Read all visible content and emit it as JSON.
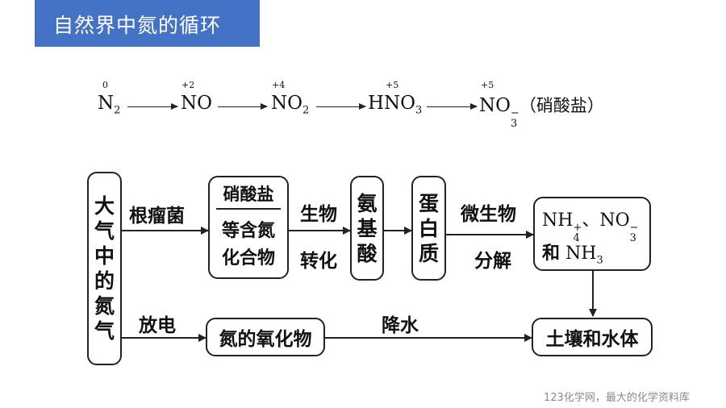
{
  "title": "自然界中氮的循环",
  "chain": [
    {
      "formula": "N",
      "sub": "2",
      "sup": "",
      "state": "0"
    },
    {
      "formula": "NO",
      "sub": "",
      "sup": "",
      "state": "+2"
    },
    {
      "formula": "NO",
      "sub": "2",
      "sup": "",
      "state": "+4"
    },
    {
      "formula": "HNO",
      "sub": "3",
      "sup": "",
      "state": "+5"
    },
    {
      "formula": "NO",
      "sub": "3",
      "sup": "−",
      "state": "+5",
      "note": "（硝酸盐）"
    }
  ],
  "diagram": {
    "atmosphere": [
      "大",
      "气",
      "中",
      "的",
      "氮",
      "气"
    ],
    "root_label": "根瘤菌",
    "nitrate_title": "硝酸盐",
    "nitrate_sub_1": "等含氮",
    "nitrate_sub_2": "化合物",
    "bio_label_1": "生物",
    "bio_label_2": "转化",
    "amino": [
      "氨",
      "基",
      "酸"
    ],
    "protein": [
      "蛋",
      "白",
      "质"
    ],
    "micro_label_1": "微生物",
    "micro_label_2": "分解",
    "products": {
      "nh4": "NH",
      "nh4_sub": "4",
      "nh4_sup": "+",
      "sep": "、",
      "no3": "NO",
      "no3_sub": "3",
      "no3_sup": "−",
      "and": "和",
      "nh3": "NH",
      "nh3_sub": "3"
    },
    "discharge_label": "放电",
    "oxides": "氮的氧化物",
    "rain_label": "降水",
    "soil": "土壤和水体"
  },
  "footer": "123化学网，最大的化学资料库"
}
